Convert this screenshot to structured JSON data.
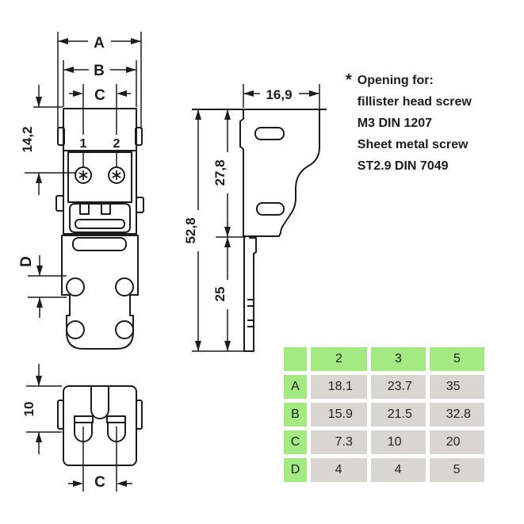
{
  "colors": {
    "green": "#a4ea83",
    "gray": "#d9d6d1",
    "line": "#1c1c1c"
  },
  "drawing": {
    "front_view": {
      "dim_a": "A",
      "dim_b": "B",
      "dim_c": "C",
      "dim_height": "14,2",
      "dim_hole": "D",
      "pole_1": "1",
      "pole_2": "2"
    },
    "side_view": {
      "dim_depth": "16,9",
      "dim_total": "52,8",
      "dim_upper": "27,8",
      "dim_lower": "25"
    },
    "bottom_view": {
      "dim_height": "10",
      "dim_c": "C"
    }
  },
  "footnote": {
    "marker": "*",
    "lines": [
      "Opening for:",
      "fillister head screw",
      "M3 DIN 1207",
      "Sheet metal screw",
      "ST2.9 DIN 7049"
    ]
  },
  "table": {
    "corner": "",
    "col_headers": [
      "2",
      "3",
      "5"
    ],
    "rows": [
      {
        "label": "A",
        "values": [
          "18.1",
          "23.7",
          "35"
        ]
      },
      {
        "label": "B",
        "values": [
          "15.9",
          "21.5",
          "32.8"
        ]
      },
      {
        "label": "C",
        "values": [
          "7.3",
          "10",
          "20"
        ]
      },
      {
        "label": "D",
        "values": [
          "4",
          "4",
          "5"
        ]
      }
    ]
  }
}
